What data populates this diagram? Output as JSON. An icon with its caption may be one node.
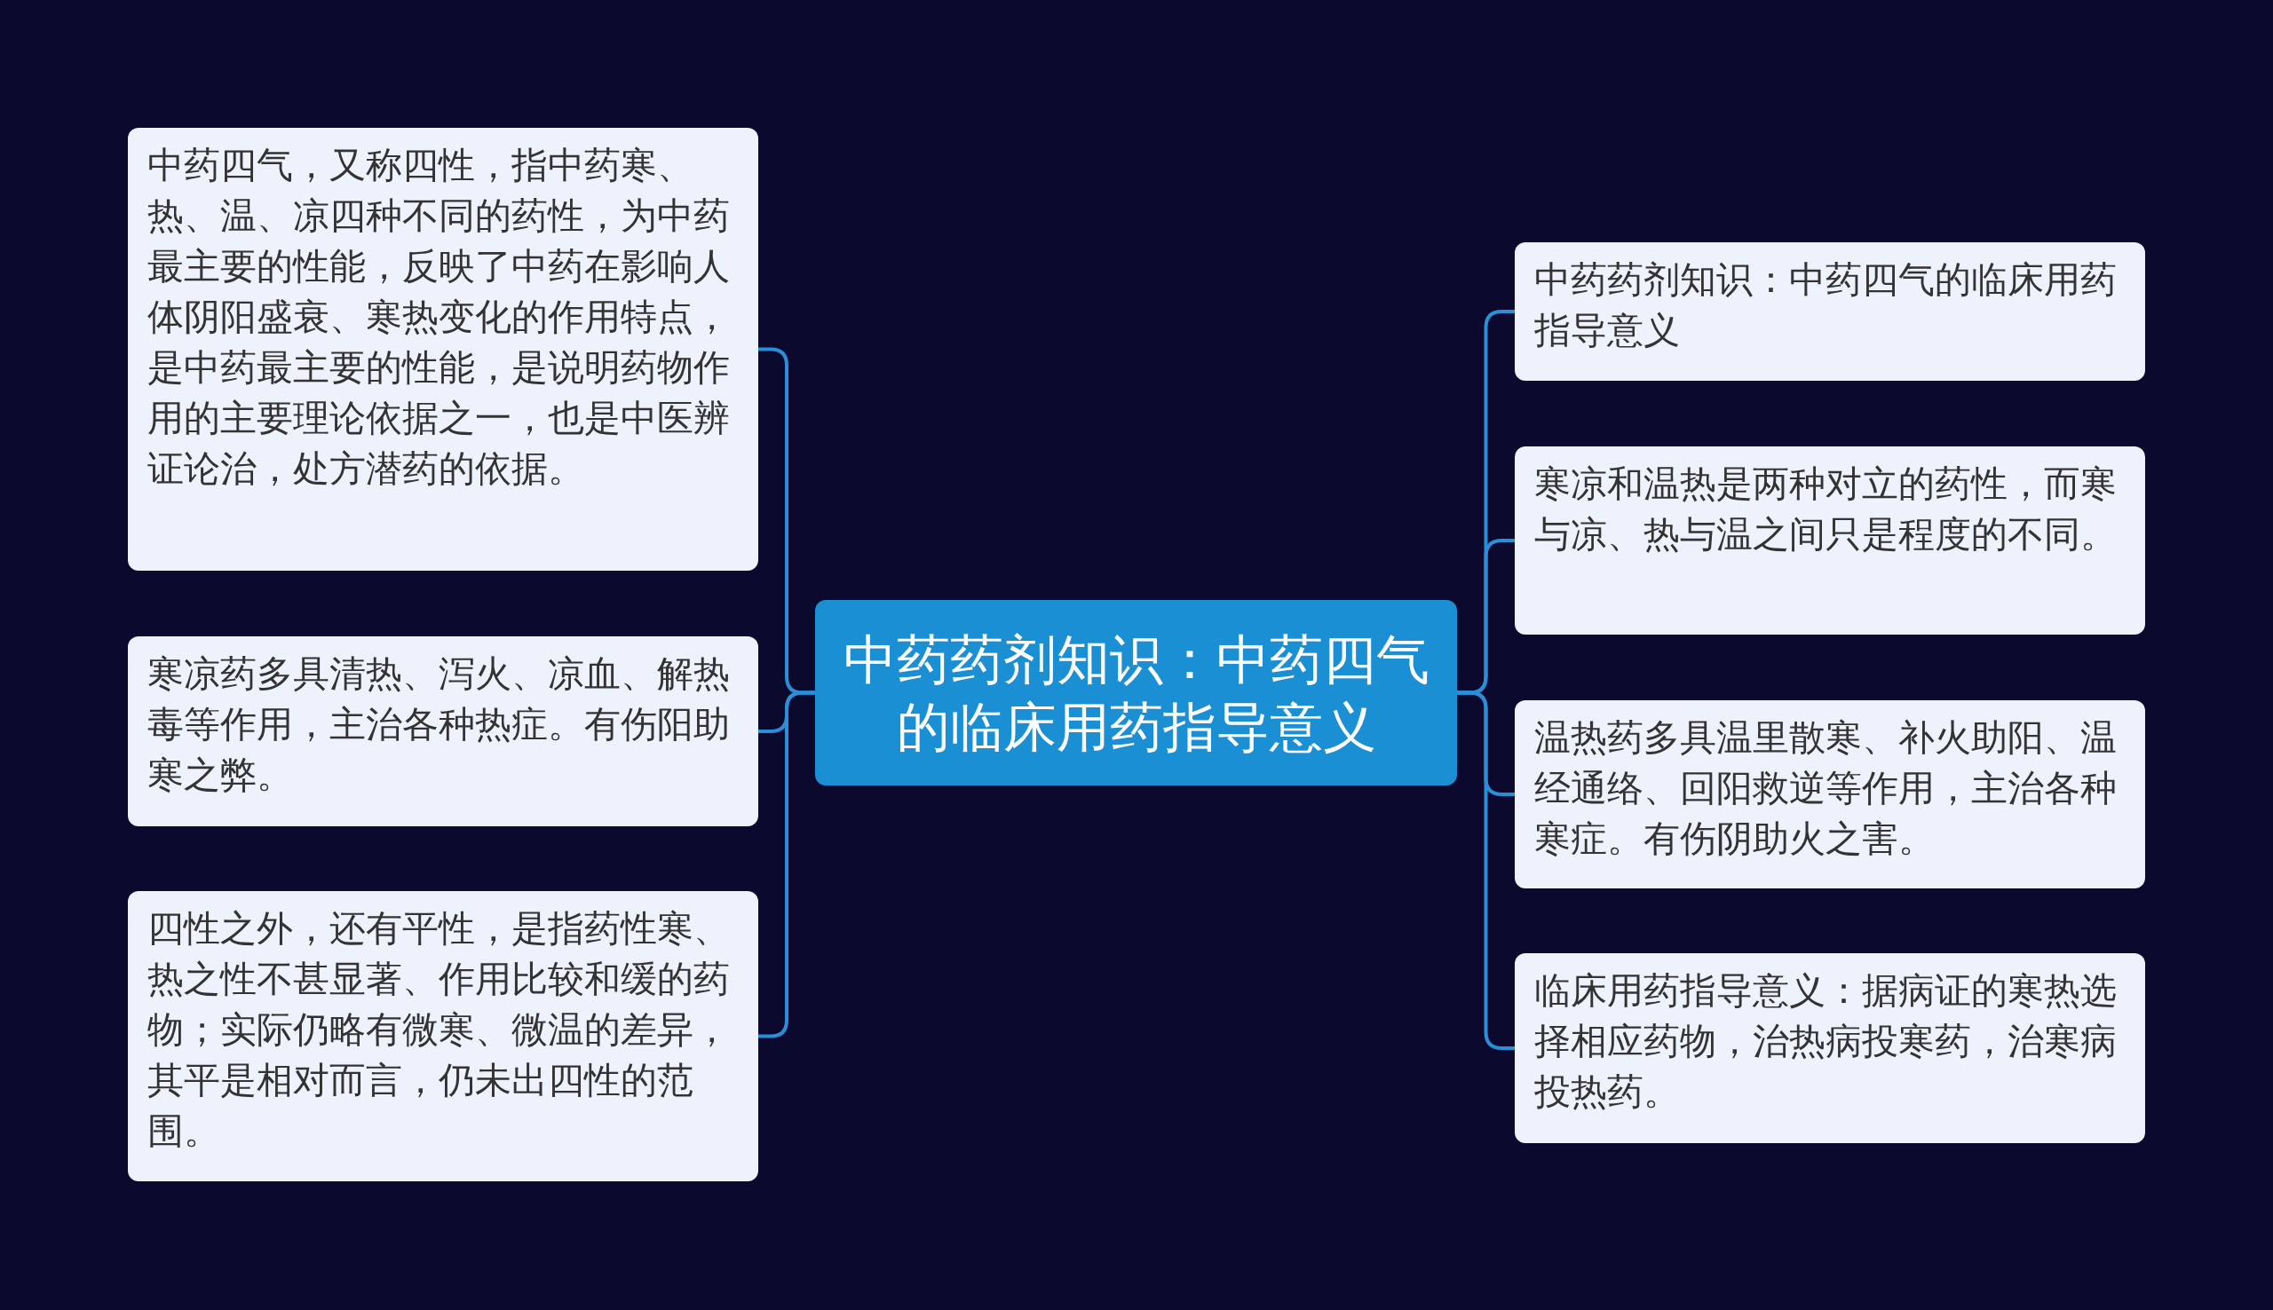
{
  "diagram": {
    "nodes": [
      {
        "text": [
          "中药药剂知识：中药四气的临床用药指导意义"
        ]
      },
      {
        "text": [
          "中药四气，又称四性，指中药寒、热、温、凉四种不同的药性，为中药最主要的性能，反映了中药在影响人体阴阳盛衰、寒热变化的作用特点，是中药最主要的性能，是说明药物作用的主要理论依据之一，也是中医辨证论治，处方潜药的依据。"
        ]
      },
      {
        "text": [
          "寒凉药多具清热、泻火、凉血、解热毒等作用，主治各种热症。有伤阳助寒之弊。"
        ]
      },
      {
        "text": [
          "四性之外，还有平性，是指药性寒、热之性不甚显著、作用比较和缓的药物；实际仍略有微寒、微温的差异，其平是相对而言，仍未出四性的范围。"
        ]
      },
      {
        "text": [
          "中药药剂知识：中药四气的临床用药指导意义"
        ]
      },
      {
        "text": [
          "寒凉和温热是两种对立的药性，而寒与凉、热与温之间只是程度的不同。"
        ]
      },
      {
        "text": [
          "温热药多具温里散寒、补火助阳、温经通络、回阳救逆等作用，主治各种寒症。有伤阴助火之害。"
        ]
      },
      {
        "text": [
          "临床用药指导意义：据病证的寒热选择相应药物，治热病投寒药，治寒病投热药。"
        ]
      }
    ],
    "edges": [
      {
        "from": 0,
        "to": 1,
        "arrow": "none"
      },
      {
        "from": 0,
        "to": 2,
        "arrow": "none"
      },
      {
        "from": 0,
        "to": 3,
        "arrow": "none"
      },
      {
        "from": 0,
        "to": 4,
        "arrow": "none"
      },
      {
        "from": 0,
        "to": 5,
        "arrow": "none"
      },
      {
        "from": 0,
        "to": 6,
        "arrow": "none"
      },
      {
        "from": 0,
        "to": 7,
        "arrow": "none"
      }
    ]
  }
}
